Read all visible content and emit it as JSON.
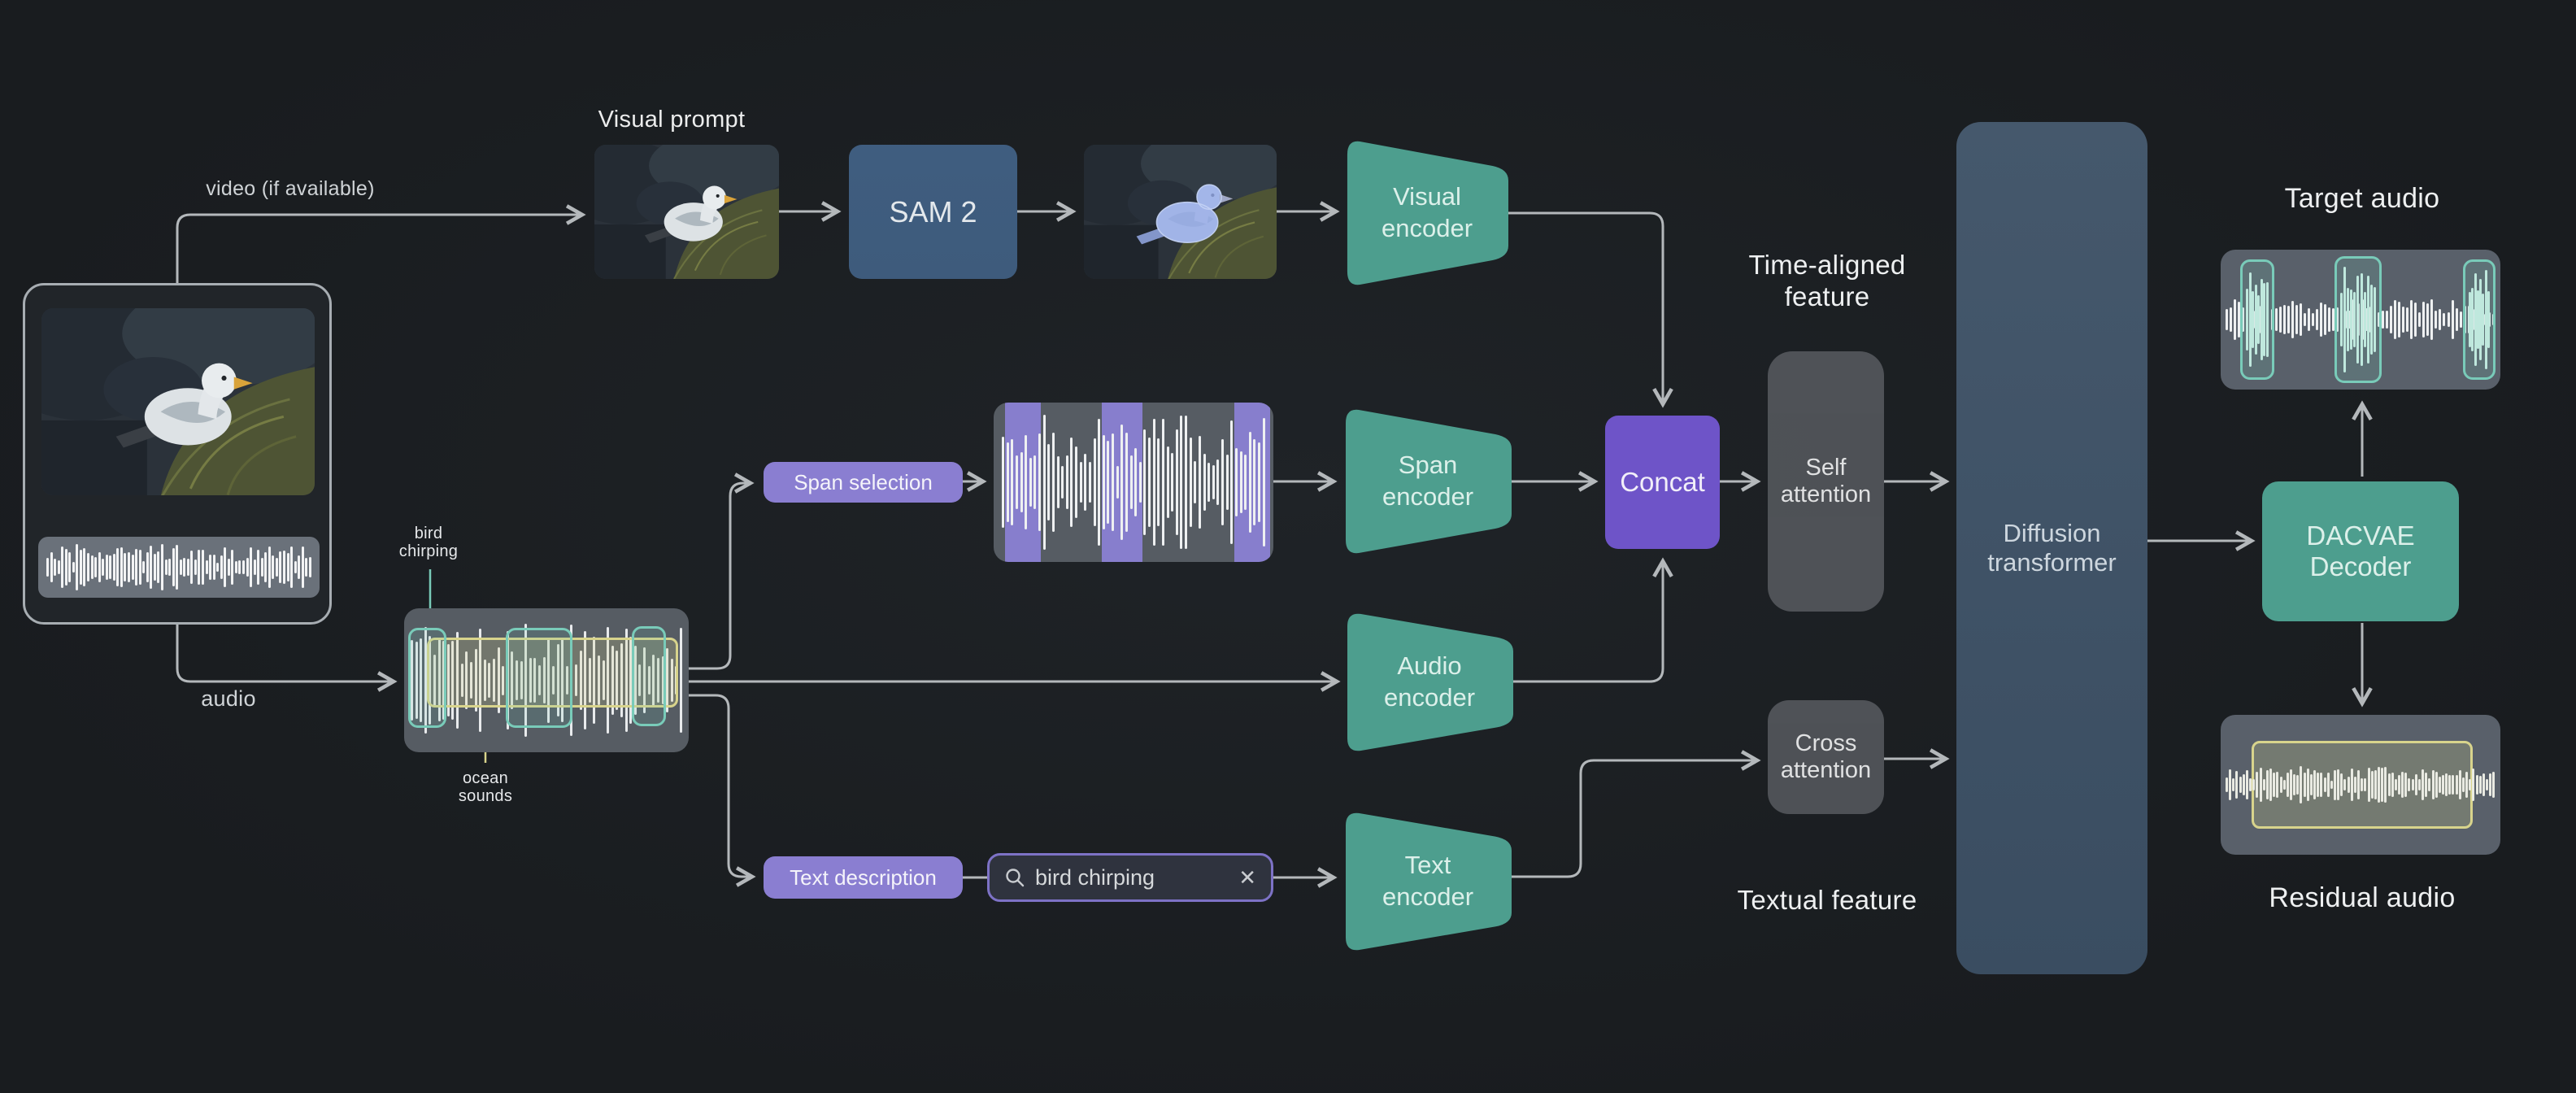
{
  "colors": {
    "bg": "#1a1d20",
    "teal": "#4d9e8e",
    "blue": "#3e5b7c",
    "diff": "#3e5166",
    "purple": "#6e54c8",
    "pill": "#8a7ed1",
    "graybox": "#515459",
    "wavebox": "#565c63",
    "arrow": "#b4b8bb",
    "tealoutline": "#79cbb9",
    "yellow": "#d8d48c",
    "band": "#8d82d8"
  },
  "inputs": {
    "video_label": "video (if available)",
    "audio_label": "audio"
  },
  "visual_prompt_label": "Visual prompt",
  "nodes": {
    "sam2": "SAM 2",
    "visual_encoder": "Visual encoder",
    "span_selection": "Span selection",
    "span_encoder": "Span encoder",
    "audio_encoder": "Audio encoder",
    "text_description": "Text description",
    "text_encoder": "Text encoder",
    "concat": "Concat",
    "self_attention": "Self attention",
    "cross_attention": "Cross attention",
    "diffusion_transformer": "Diffusion transformer",
    "dacvae_decoder": "DACVAE Decoder"
  },
  "features": {
    "time_aligned": "Time-aligned feature",
    "textual": "Textual feature"
  },
  "search": {
    "query": "bird chirping",
    "clear_glyph": "✕"
  },
  "audio_annotations": {
    "span1": "bird chirping",
    "span2": "ocean sounds"
  },
  "outputs": {
    "target": "Target audio",
    "residual": "Residual audio"
  }
}
